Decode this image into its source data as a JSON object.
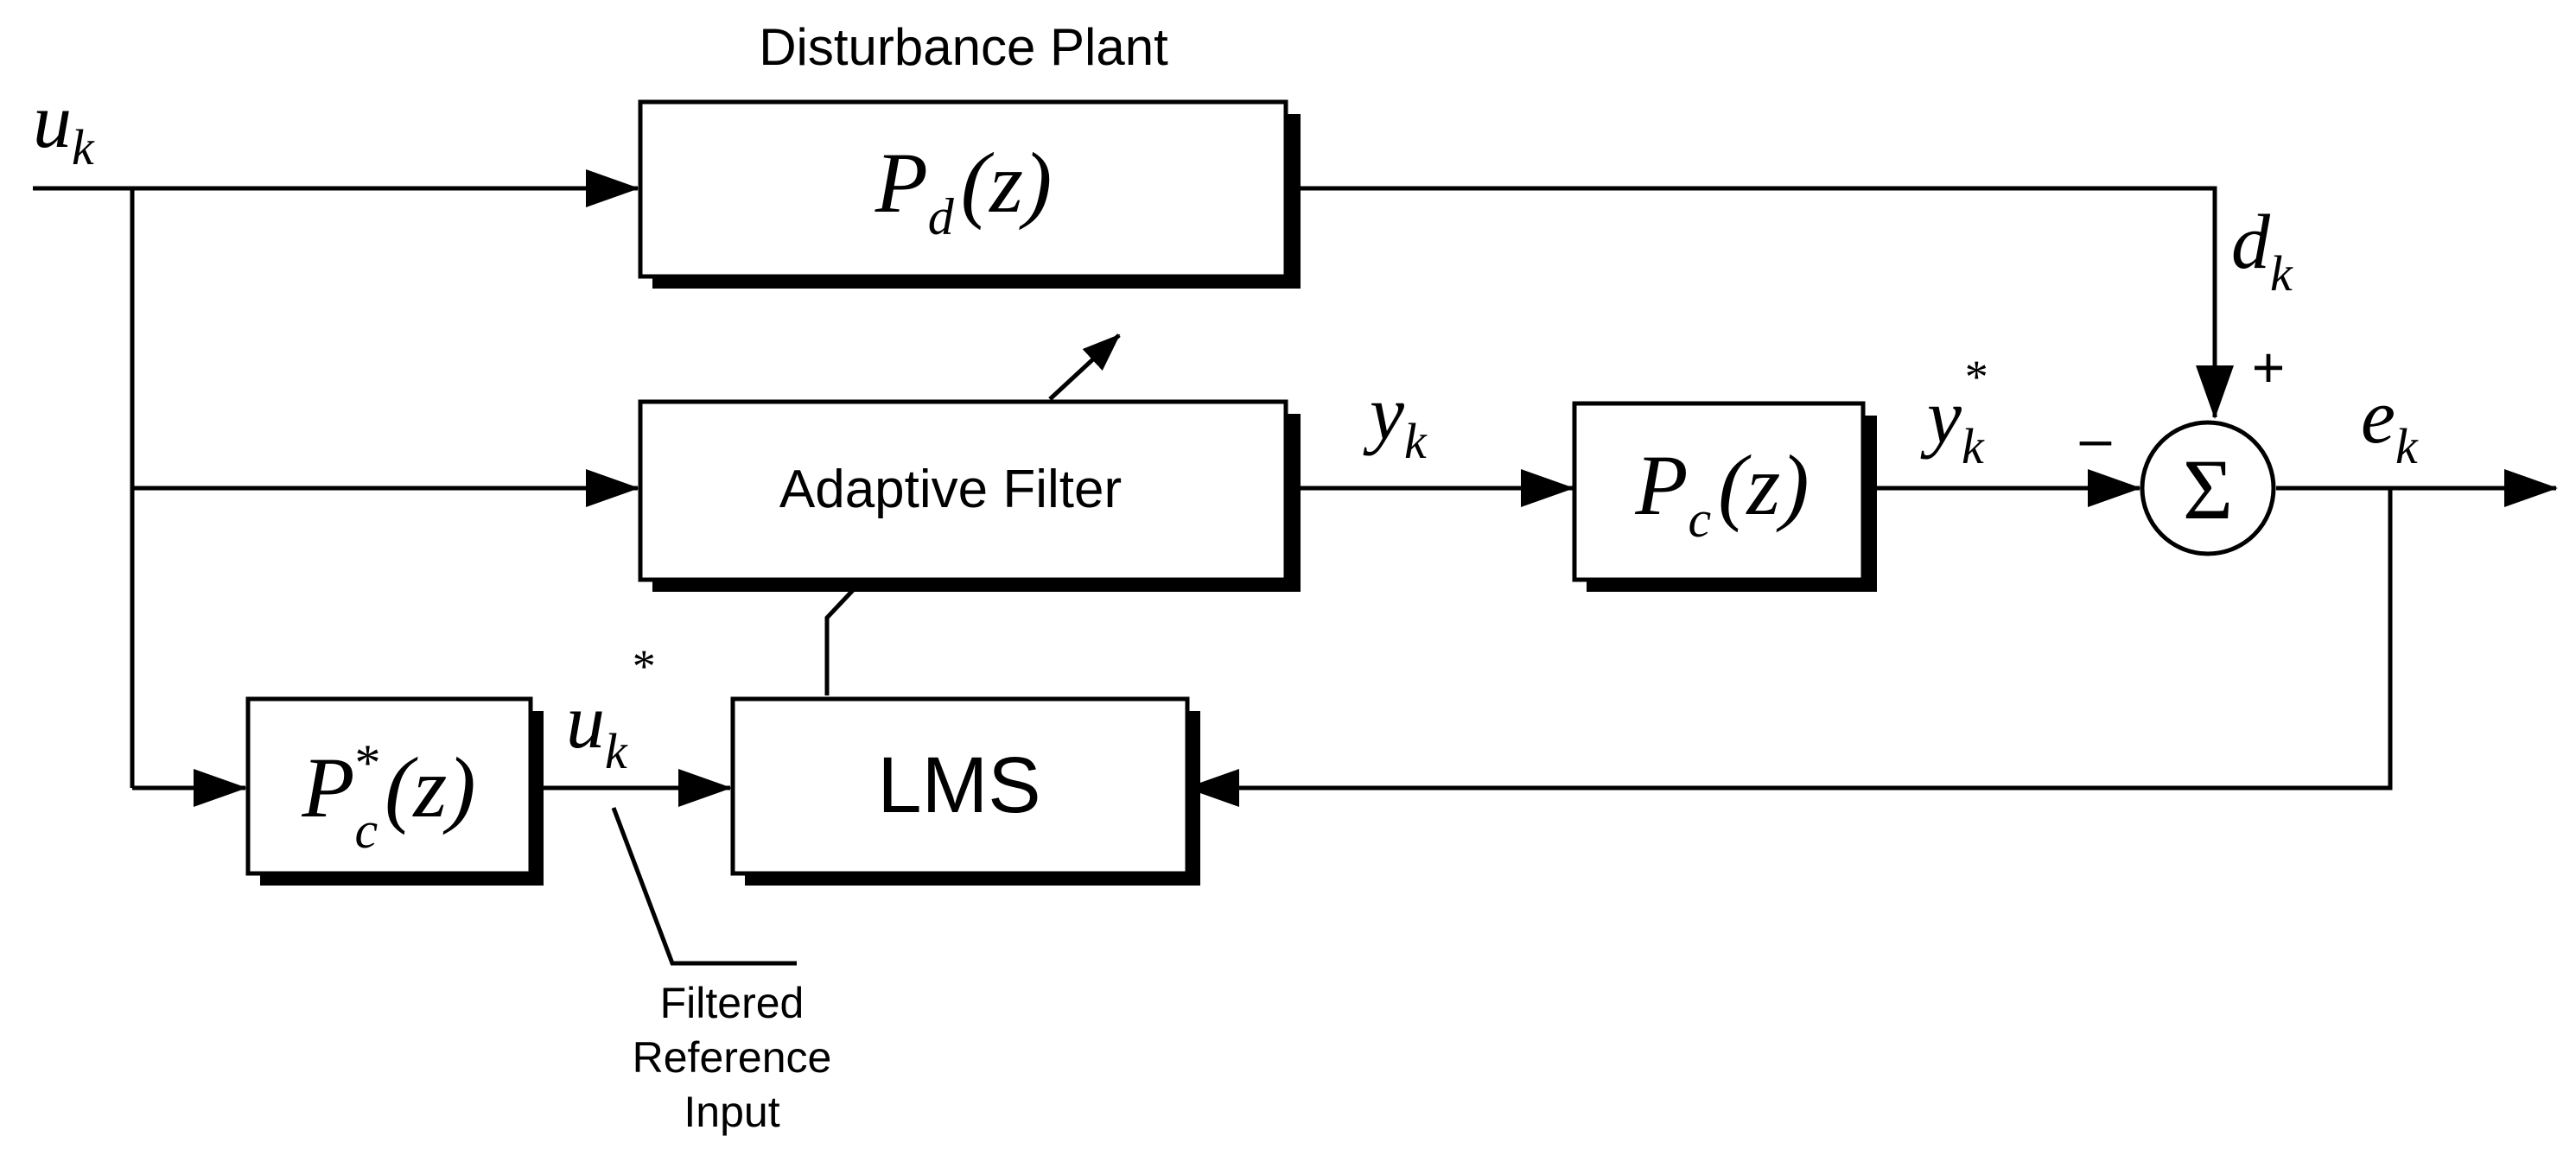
{
  "title": "Disturbance Plant",
  "blocks": {
    "disturbance_plant": {
      "symbol": "P",
      "subscript": "d",
      "arg": "(z)"
    },
    "adaptive_filter": {
      "label": "Adaptive Filter"
    },
    "control_plant": {
      "symbol": "P",
      "subscript": "c",
      "arg": "(z)"
    },
    "plant_estimate": {
      "symbol": "P",
      "superscript": "*",
      "subscript": "c",
      "arg": "(z)"
    },
    "lms": {
      "label": "LMS"
    },
    "summing_junction": {
      "symbol": "Σ"
    }
  },
  "signals": {
    "reference": {
      "symbol": "u",
      "subscript": "k"
    },
    "disturbance": {
      "symbol": "d",
      "subscript": "k"
    },
    "filter_output": {
      "symbol": "y",
      "subscript": "k"
    },
    "plant_output": {
      "symbol": "y",
      "subscript": "k",
      "superscript": "*"
    },
    "filtered_reference": {
      "symbol": "u",
      "subscript": "k",
      "superscript": "*"
    },
    "error": {
      "symbol": "e",
      "subscript": "k"
    }
  },
  "sum_signs": {
    "plus": "+",
    "minus": "–"
  },
  "annotation": {
    "line1": "Filtered",
    "line2": "Reference",
    "line3": "Input"
  },
  "colors": {
    "ink": "#000000",
    "background": "#ffffff"
  }
}
